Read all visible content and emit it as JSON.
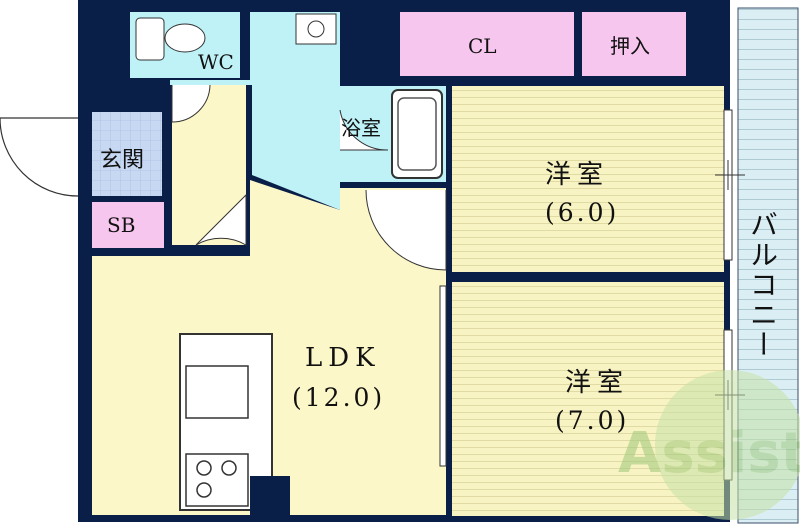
{
  "rooms": {
    "wc": "WC",
    "closet": "CL",
    "oshiire": "押入",
    "bath": "浴室",
    "entrance": "玄関",
    "shoe_box": "SB",
    "western_room_1": {
      "name": "洋室",
      "size": "(6.0)"
    },
    "western_room_2": {
      "name": "洋室",
      "size": "(7.0)"
    },
    "ldk": {
      "name": "LDK",
      "size": "(12.0)"
    },
    "balcony": "バルコニー"
  },
  "watermark": "Assist",
  "colors": {
    "wall": "#0a1f48",
    "floor_yellow": "#fbf7c8",
    "wood_floor": "#f8f3c2",
    "wet_area_cyan": "#bff2f7",
    "storage_pink": "#f6c6ee",
    "entrance_tile": "#c7d8f2",
    "balcony": "#dbeef3",
    "watermark_green": "#c6e2a7"
  }
}
